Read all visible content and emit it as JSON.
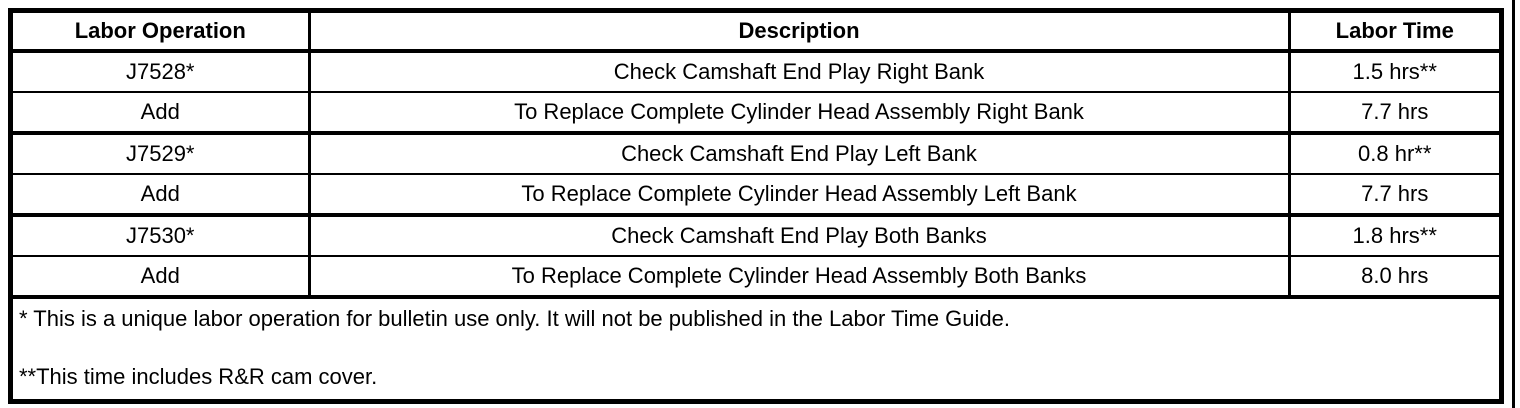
{
  "colors": {
    "border": "#000000",
    "background": "#ffffff",
    "text": "#000000"
  },
  "table": {
    "headers": {
      "operation": "Labor Operation",
      "description": "Description",
      "time": "Labor Time"
    },
    "rows": [
      {
        "operation": "J7528*",
        "description": "Check Camshaft End Play Right Bank",
        "time": "1.5 hrs**"
      },
      {
        "operation": "Add",
        "description": "To Replace Complete Cylinder Head Assembly Right Bank",
        "time": "7.7 hrs"
      },
      {
        "operation": "J7529*",
        "description": "Check Camshaft End Play Left Bank",
        "time": "0.8 hr**"
      },
      {
        "operation": "Add",
        "description": "To Replace Complete Cylinder Head Assembly Left Bank",
        "time": "7.7 hrs"
      },
      {
        "operation": "J7530*",
        "description": "Check Camshaft End Play Both Banks",
        "time": "1.8 hrs**"
      },
      {
        "operation": "Add",
        "description": "To Replace Complete Cylinder Head Assembly Both Banks",
        "time": "8.0 hrs"
      }
    ],
    "notes": [
      "* This is a unique labor operation for bulletin use only. It will not be published in the Labor Time Guide.",
      "**This time includes R&R cam cover."
    ]
  }
}
